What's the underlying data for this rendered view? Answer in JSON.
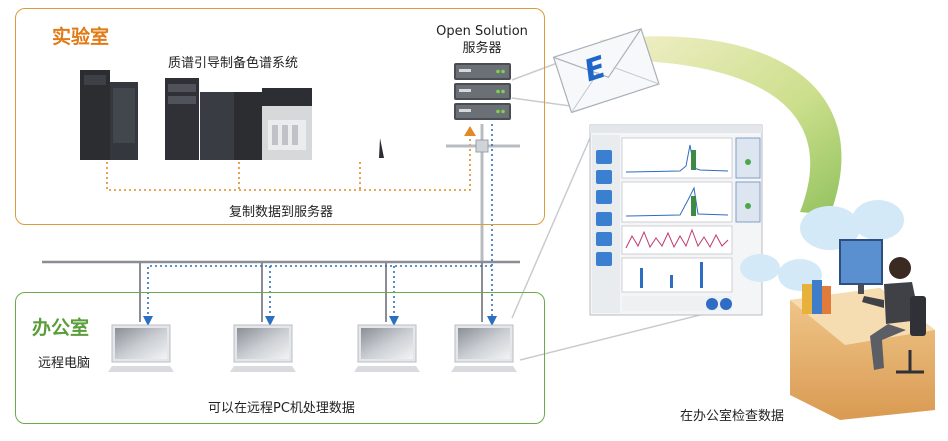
{
  "lab": {
    "title": "实验室",
    "system_label": "质谱引导制备色谱系统",
    "copy_label": "复制数据到服务器"
  },
  "server": {
    "line1": "Open Solution",
    "line2": "服务器"
  },
  "office": {
    "title": "办公室",
    "remote_pc_label": "远程电脑",
    "process_label": "可以在远程PC机处理数据"
  },
  "review_label": "在办公室检查数据",
  "email_letter": "E",
  "colors": {
    "lab_border": "#e09a3a",
    "office_border": "#6aaa4c",
    "dotted_orange": "#e08a2a",
    "dotted_blue": "#2a6fc0",
    "arrow_green": "#8cbf56"
  }
}
